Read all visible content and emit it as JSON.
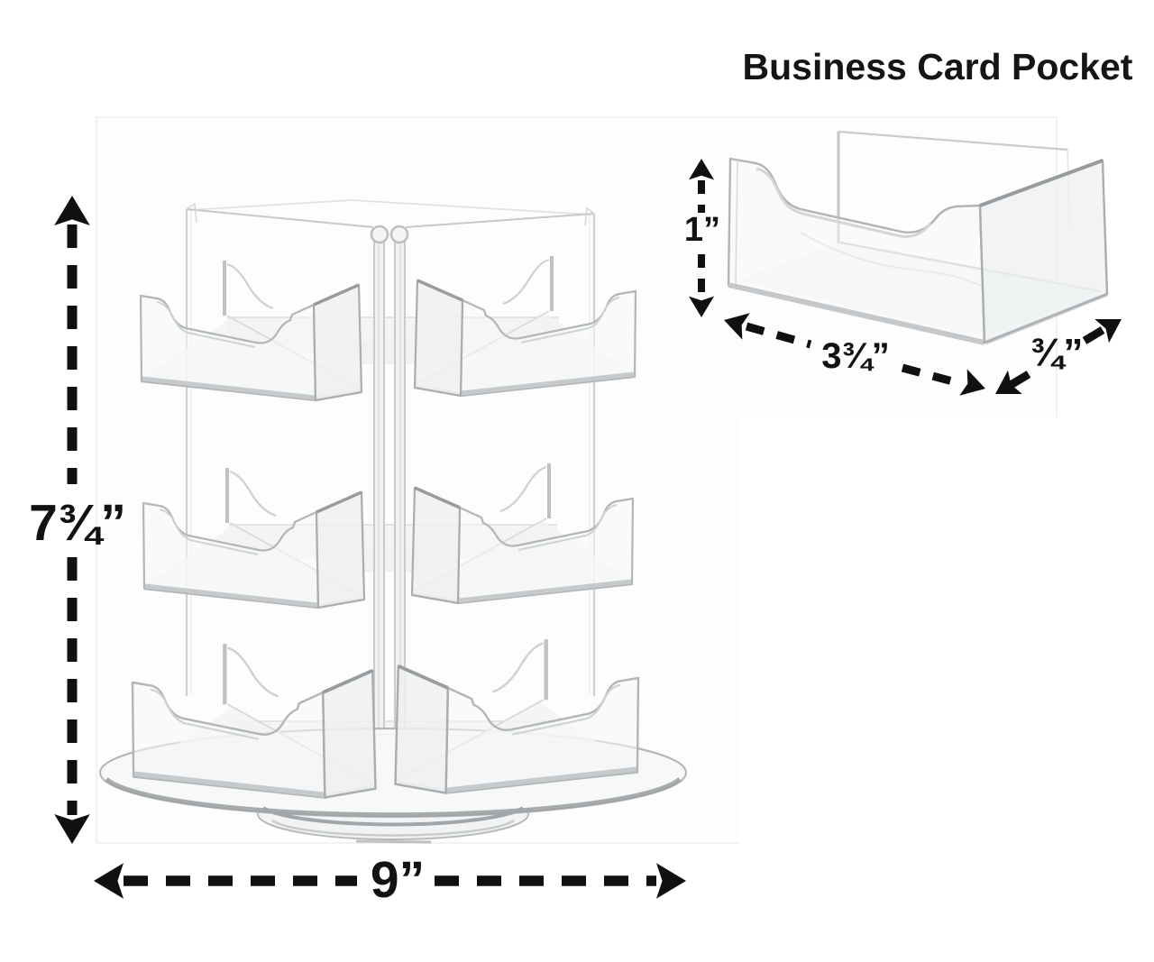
{
  "title": "Business Card Pocket",
  "dimensions": {
    "holder_height": "7¾”",
    "holder_width": "9”",
    "pocket_height": "1”",
    "pocket_length": "3¾”",
    "pocket_depth": "¾”"
  },
  "figures": {
    "main": "rotating-business-card-holder",
    "detail": "business-card-pocket"
  },
  "colors": {
    "annotation_ink": "#101010",
    "acrylic_edge": "#b2b6b8",
    "acrylic_edge_dark": "#9a9ea0",
    "acrylic_fill": "#f5f6f6",
    "photo_background": "#fdfdfd",
    "photo_border": "#eeeeee",
    "page_background": "#ffffff"
  }
}
